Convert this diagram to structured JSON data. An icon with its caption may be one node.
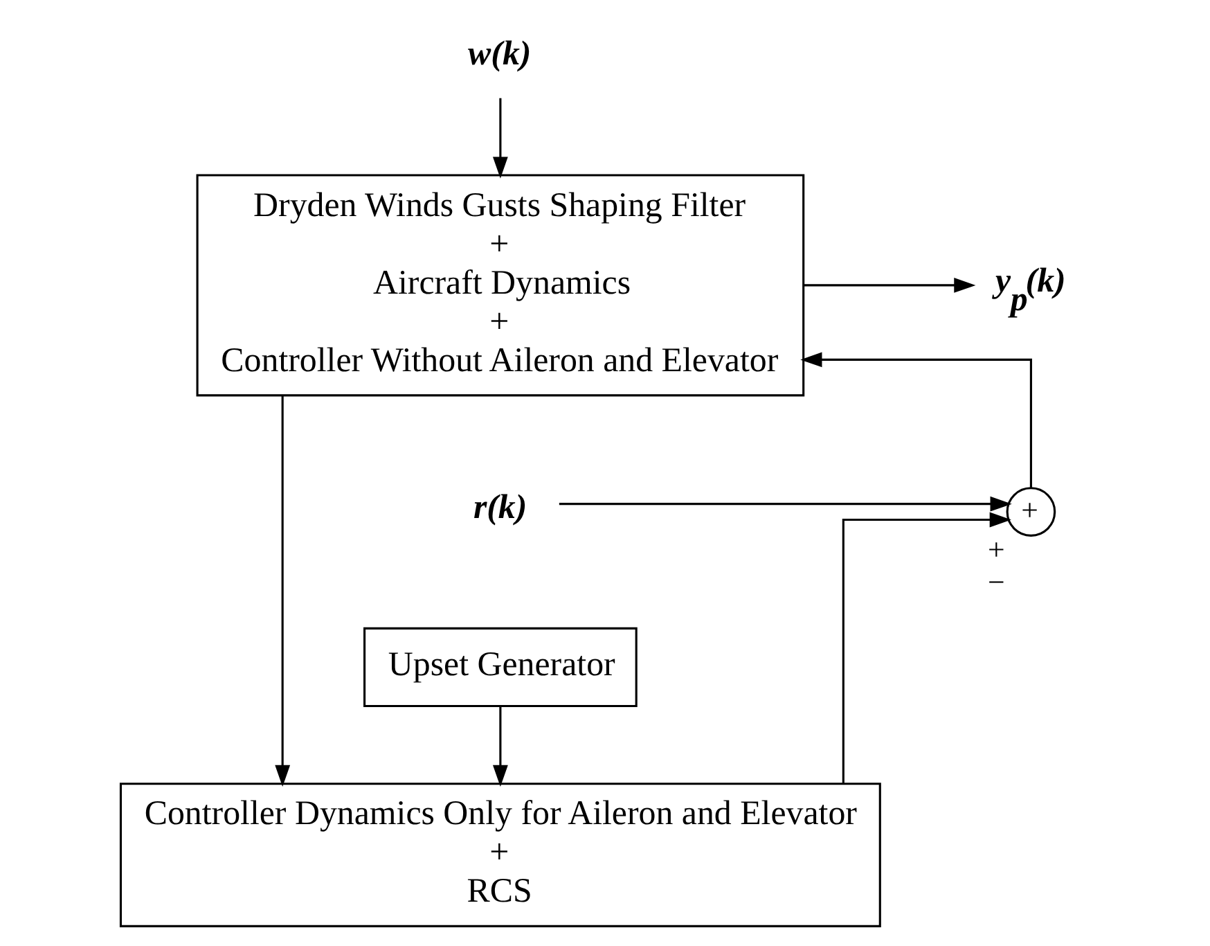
{
  "diagram": {
    "nodes": [
      {
        "text": [
          "w(k)"
        ]
      },
      {
        "text": [
          "Dryden Winds Gusts Shaping Filter",
          "+",
          "Aircraft Dynamics",
          "+",
          "Controller Without Aileron and Elevator"
        ]
      },
      {
        "text": [
          "r(k)"
        ]
      },
      {
        "text": [
          "+"
        ],
        "beside": [
          "+",
          "−"
        ]
      },
      {
        "text": [
          "y$_{p}$(k)"
        ]
      },
      {
        "text": [
          "Controller Dynamics Only for Aileron and Elevator",
          "+",
          "RCS"
        ]
      },
      {
        "text": [
          "Upset Generator"
        ]
      }
    ],
    "edges": [
      {
        "from": 0,
        "to": 1,
        "arrow": "to"
      },
      {
        "from": 2,
        "to": 3,
        "arrow": "to"
      },
      {
        "from": 3,
        "to": 1,
        "arrow": "to"
      },
      {
        "from": 1,
        "to": 4,
        "arrow": "to"
      },
      {
        "from": 1,
        "to": 5,
        "arrow": "to"
      },
      {
        "from": 5,
        "to": 3,
        "arrow": "to"
      },
      {
        "from": 6,
        "to": 5,
        "arrow": "to"
      }
    ]
  }
}
